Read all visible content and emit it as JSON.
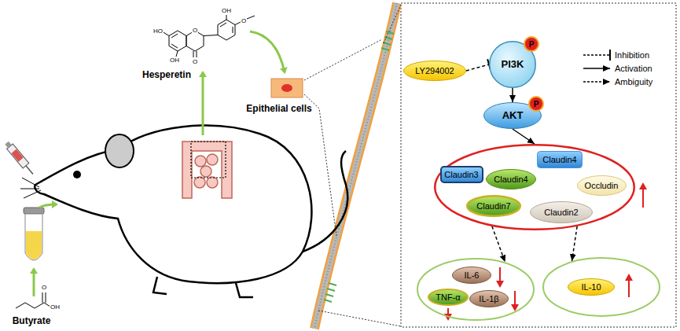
{
  "diagram": {
    "nodes": [
      {
        "text": [
          "LY294002"
        ]
      },
      {
        "text": [
          "PI3K"
        ]
      },
      {
        "text": [
          "P"
        ],
        "in": 1
      },
      {
        "text": [
          "AKT"
        ]
      },
      {
        "text": [
          "P"
        ],
        "in": 3
      },
      {
        "text": []
      },
      {
        "text": [
          "Claudin3"
        ],
        "in": 5
      },
      {
        "text": [
          "Claudin4"
        ],
        "in": 5
      },
      {
        "text": [
          "Claudin4"
        ],
        "in": 5
      },
      {
        "text": [
          "Claudin7"
        ],
        "in": 5
      },
      {
        "text": [
          "Occludin"
        ],
        "in": 5
      },
      {
        "text": [
          "Claudin2"
        ],
        "in": 5
      },
      {
        "text": []
      },
      {
        "text": [
          "IL-6"
        ],
        "in": 12
      },
      {
        "text": [
          "TNF-α"
        ],
        "in": 12
      },
      {
        "text": [
          "IL-1β"
        ],
        "in": 12
      },
      {
        "text": []
      },
      {
        "text": [
          "IL-10"
        ],
        "in": 16
      }
    ],
    "edges": [
      {
        "from": 0,
        "to": 1,
        "arrow": "to"
      },
      {
        "from": 1,
        "to": 3,
        "arrow": "to"
      },
      {
        "from": 3,
        "to": 5,
        "arrow": "to"
      },
      {
        "from": 5,
        "to": 12,
        "arrow": "to"
      },
      {
        "from": 5,
        "to": 16,
        "arrow": "to"
      }
    ],
    "labels": [
      "Hesperetin",
      "HO",
      "O",
      "OH",
      "O",
      "OH",
      "O",
      "Epithelial cells",
      "Butyrate",
      "O",
      "OH"
    ],
    "legend": [
      {
        "text": "Inhibition"
      },
      {
        "text": "Activation"
      },
      {
        "text": "Ambiguity"
      }
    ]
  }
}
